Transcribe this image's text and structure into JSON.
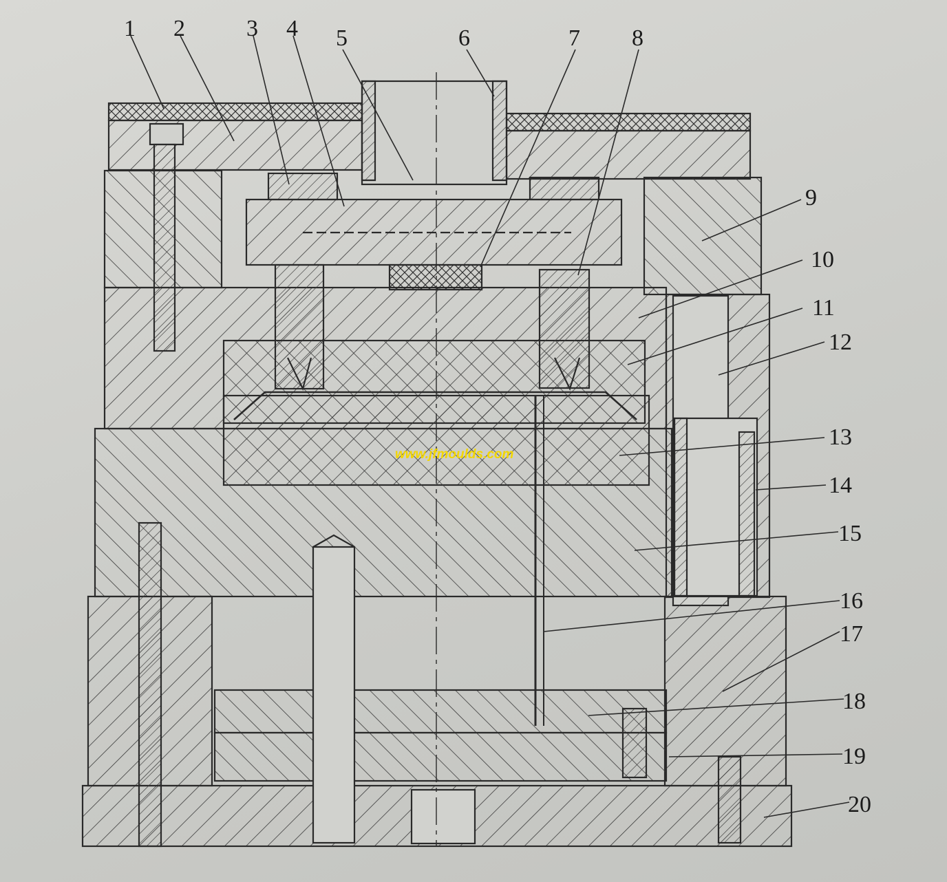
{
  "watermark": "www.jfmoulds.com",
  "part_labels": [
    "1",
    "2",
    "3",
    "4",
    "5",
    "6",
    "7",
    "8",
    "9",
    "10",
    "11",
    "12",
    "13",
    "14",
    "15",
    "16",
    "17",
    "18",
    "19",
    "20"
  ],
  "colors": {
    "paper": "#d2d3cf",
    "line": "#2a2a2a",
    "hatch": "#3a3a3a",
    "watermark": "#f2d600"
  }
}
